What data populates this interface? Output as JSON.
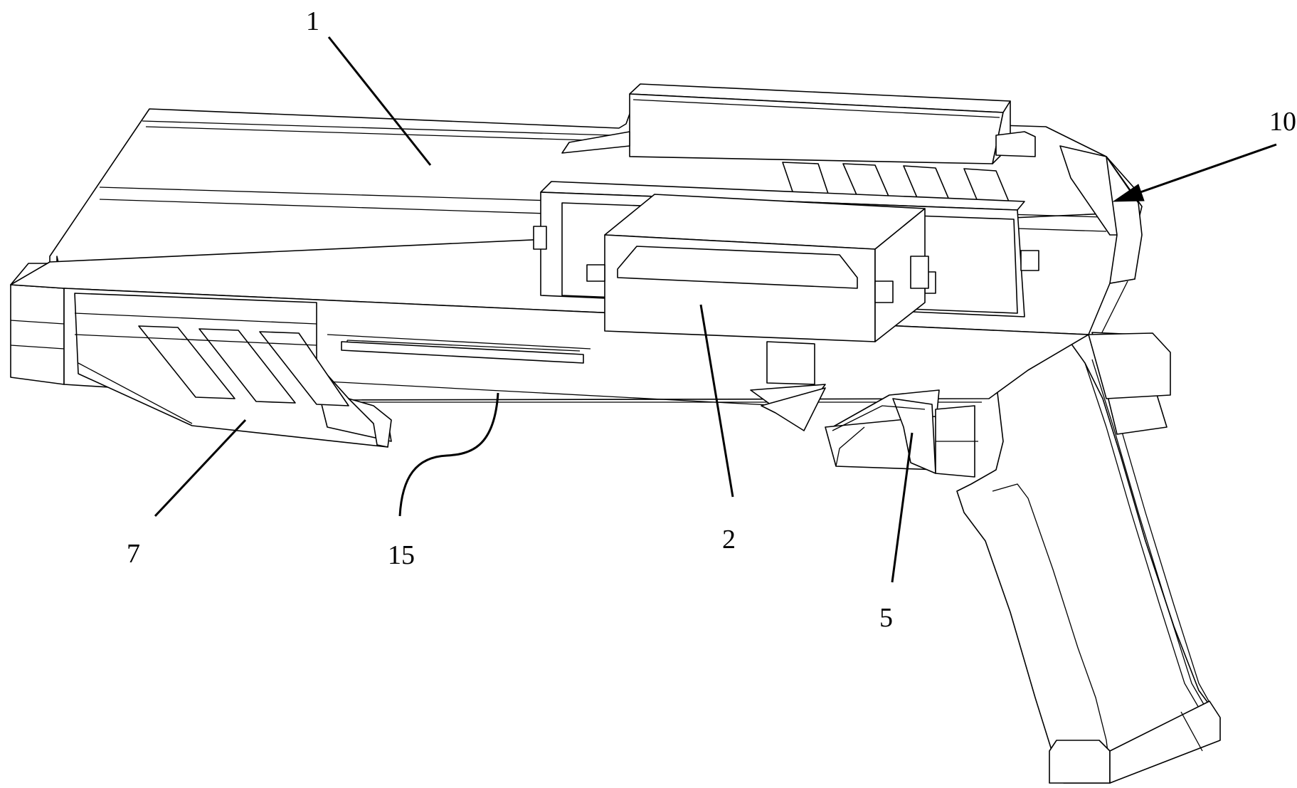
{
  "labels": {
    "ref_1": "1",
    "ref_2": "2",
    "ref_5": "5",
    "ref_7": "7",
    "ref_10": "10",
    "ref_15": "15"
  },
  "colors": {
    "line": "#000000",
    "background": "#ffffff"
  }
}
